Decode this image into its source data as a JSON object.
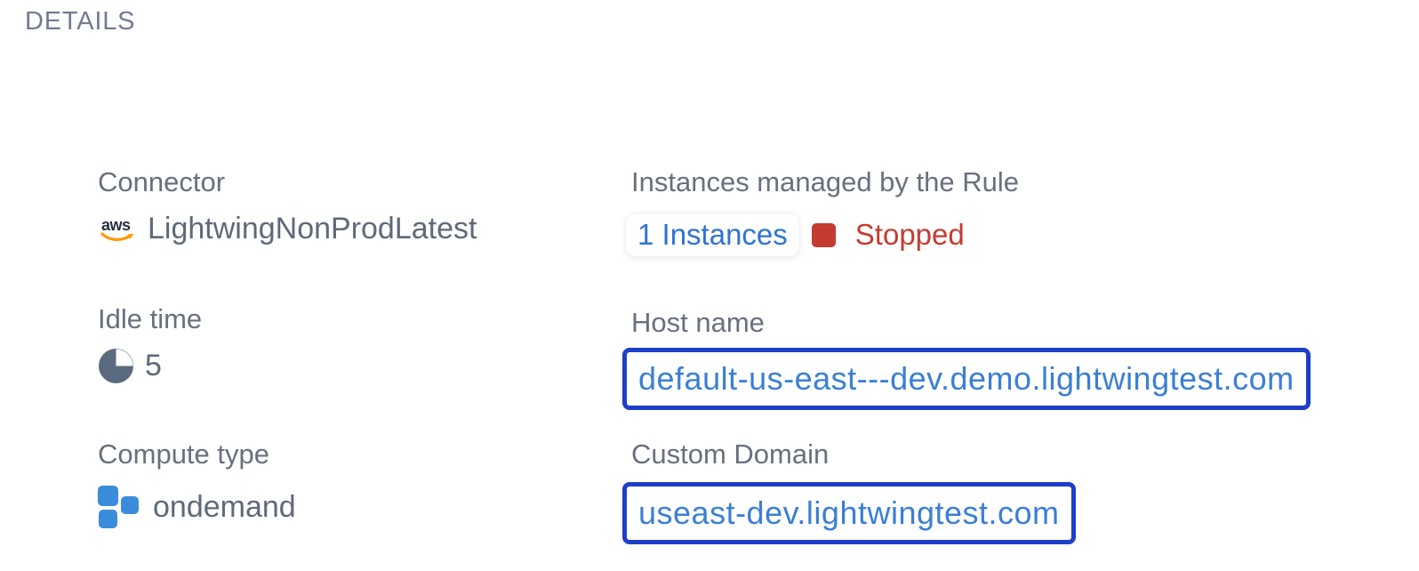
{
  "header": {
    "title": "DETAILS"
  },
  "fields": {
    "connector": {
      "label": "Connector",
      "value": "LightwingNonProdLatest"
    },
    "idle_time": {
      "label": "Idle time",
      "value": "5"
    },
    "compute_type": {
      "label": "Compute type",
      "value": "ondemand"
    },
    "instances": {
      "label": "Instances managed by the Rule",
      "count_link": "1 Instances",
      "status_label": "Stopped"
    },
    "host_name": {
      "label": "Host name",
      "value": "default-us-east---dev.demo.lightwingtest.com"
    },
    "custom_domain": {
      "label": "Custom Domain",
      "value": "useast-dev.lightwingtest.com"
    }
  },
  "icons": {
    "aws_logo_text": "aws"
  },
  "colors": {
    "header_gray": "#727B94",
    "label_gray": "#68707F",
    "value_gray": "#5F6979",
    "link_blue": "#2E74D3",
    "domain_text_blue": "#3A7FD6",
    "domain_border_blue": "#1E3FC9",
    "status_red": "#C53B31",
    "aws_dark": "#252F3E",
    "aws_orange": "#FF9900",
    "pie_slate": "#5A6B7F",
    "compute_blue": "#3C8CDC"
  }
}
